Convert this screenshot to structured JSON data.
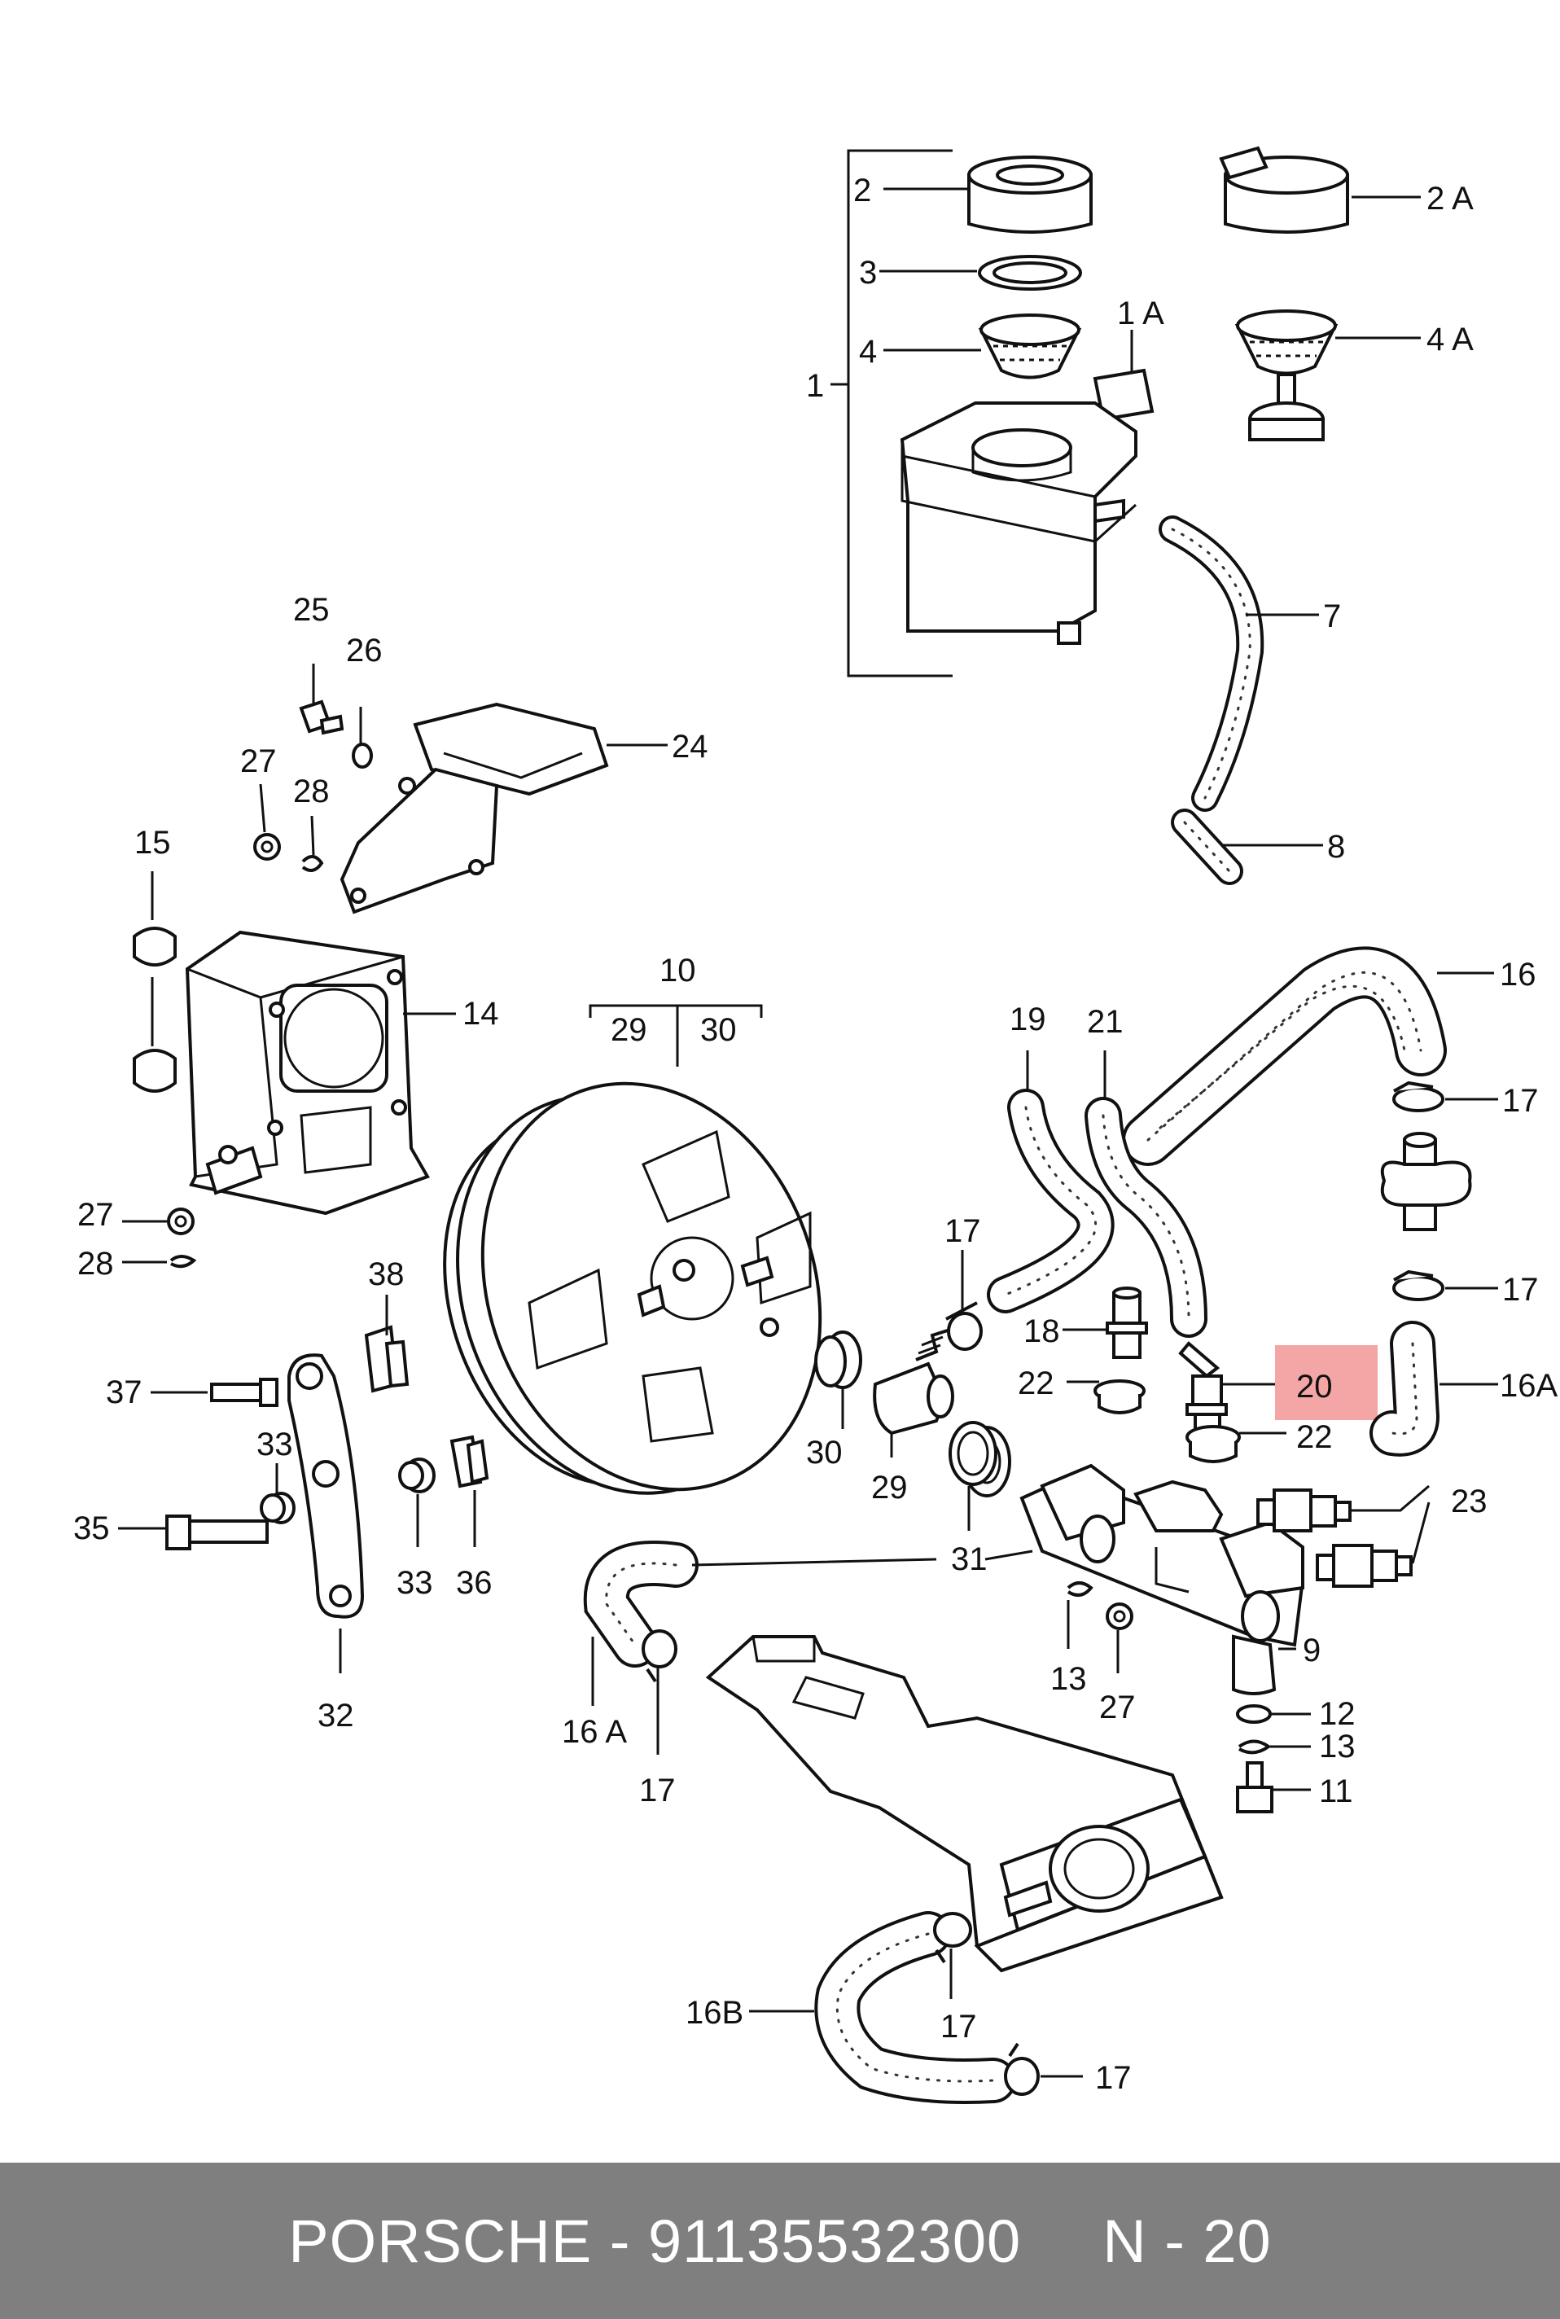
{
  "labels": {
    "l2": "2",
    "l2a": "2 A",
    "l3": "3",
    "l4": "4",
    "l4a": "4 A",
    "l1a": "1 A",
    "l1": "1",
    "l7": "7",
    "l8": "8",
    "l25": "25",
    "l26": "26",
    "l24": "24",
    "l27a": "27",
    "l28a": "28",
    "l15": "15",
    "l14": "14",
    "l10": "10",
    "l29a": "29",
    "l30a": "30",
    "l16": "16",
    "l19": "19",
    "l21": "21",
    "l17a": "17",
    "l27b": "27",
    "l28b": "28",
    "l17b": "17",
    "l38": "38",
    "l37": "37",
    "l18": "18",
    "l22a": "22",
    "l20": "20",
    "l17c": "17",
    "l16a": "16A",
    "l22b": "22",
    "l33a": "33",
    "l35": "35",
    "l30b": "30",
    "l29b": "29",
    "l23": "23",
    "l31": "31",
    "l33b": "33",
    "l36": "36",
    "l9": "9",
    "l32": "32",
    "l16ab": "16 A",
    "l13a": "13",
    "l27c": "27",
    "l12": "12",
    "l13b": "13",
    "l11": "11",
    "l17d": "17",
    "l16b": "16B",
    "l17e": "17",
    "l17f": "17"
  },
  "highlight_color": "#f4a6a6",
  "footer": {
    "part_text": "PORSCHE - 91135532300",
    "ref_text": "N - 20"
  }
}
